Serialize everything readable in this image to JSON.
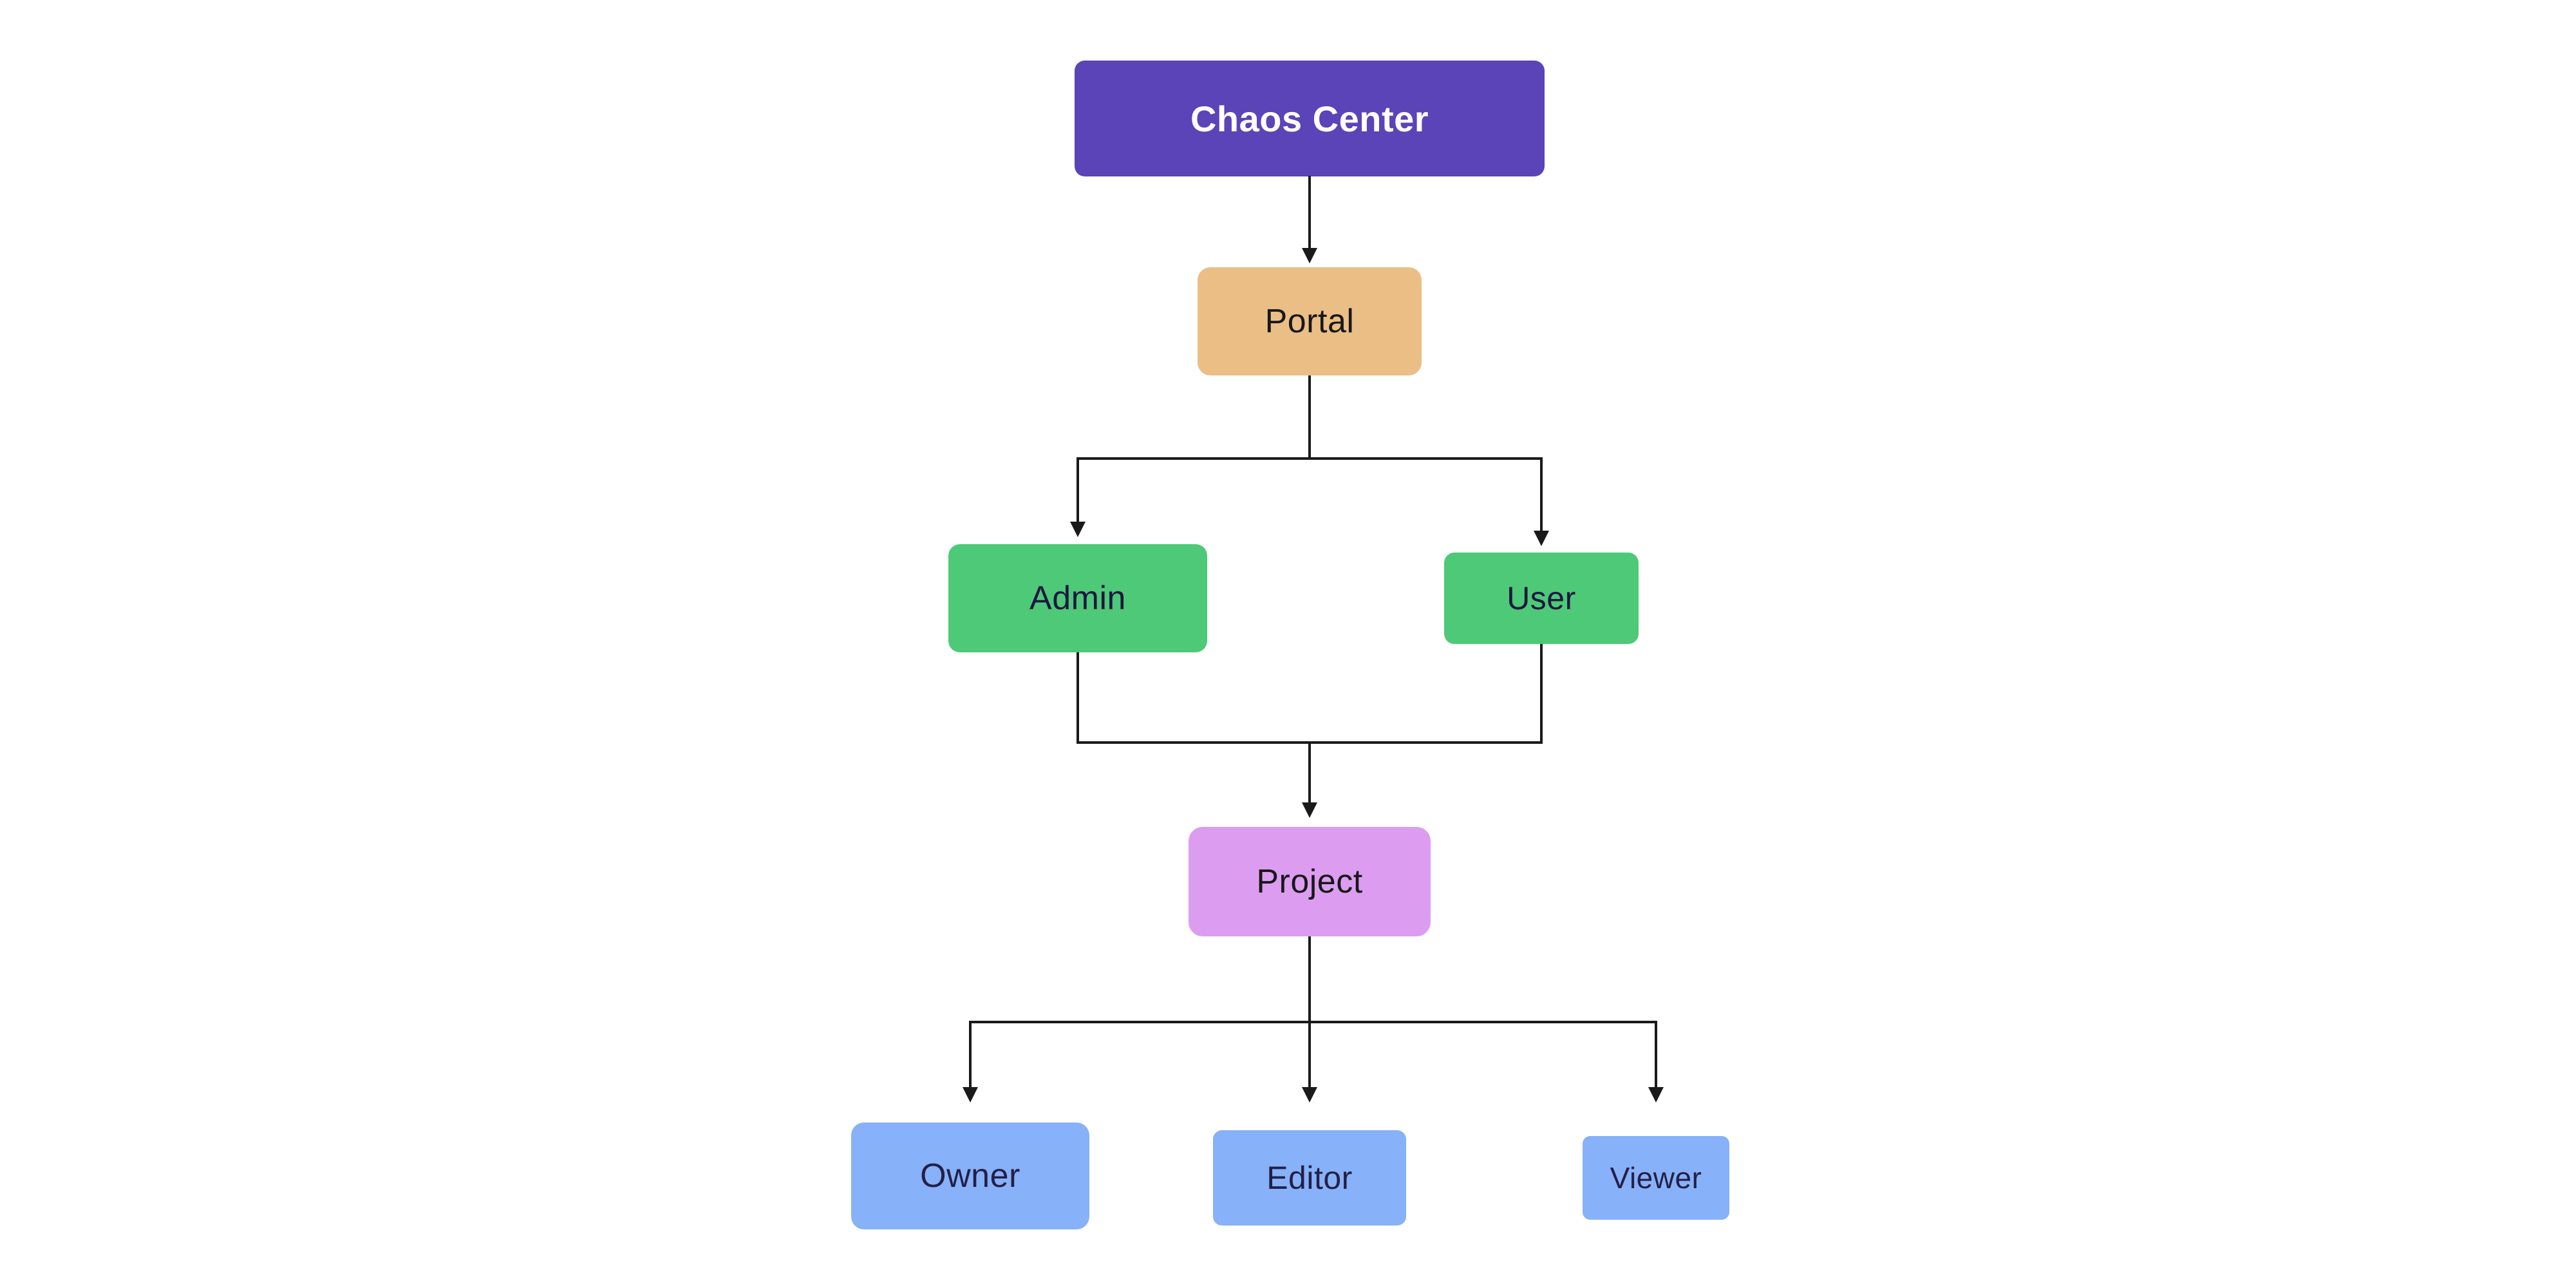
{
  "diagram": {
    "background_color": "#ffffff",
    "edge_color": "#1a1a1a",
    "nodes": {
      "chaos_center": {
        "label": "Chaos Center",
        "fill": "#5B43B8",
        "text_color": "#ffffff"
      },
      "portal": {
        "label": "Portal",
        "fill": "#EBBE85",
        "text_color": "#181818"
      },
      "admin": {
        "label": "Admin",
        "fill": "#4DC977",
        "text_color": "#1b1740"
      },
      "user": {
        "label": "User",
        "fill": "#4DC977",
        "text_color": "#1b1740"
      },
      "project": {
        "label": "Project",
        "fill": "#DC9DF1",
        "text_color": "#181818"
      },
      "owner": {
        "label": "Owner",
        "fill": "#87B1F8",
        "text_color": "#241f47"
      },
      "editor": {
        "label": "Editor",
        "fill": "#87B1F8",
        "text_color": "#241f47"
      },
      "viewer": {
        "label": "Viewer",
        "fill": "#87B1F8",
        "text_color": "#241f47"
      }
    },
    "edges": [
      {
        "from": "Chaos Center",
        "to": "Portal"
      },
      {
        "from": "Portal",
        "to": "Admin"
      },
      {
        "from": "Portal",
        "to": "User"
      },
      {
        "from": "Admin",
        "to": "Project"
      },
      {
        "from": "User",
        "to": "Project"
      },
      {
        "from": "Project",
        "to": "Owner"
      },
      {
        "from": "Project",
        "to": "Editor"
      },
      {
        "from": "Project",
        "to": "Viewer"
      }
    ]
  }
}
